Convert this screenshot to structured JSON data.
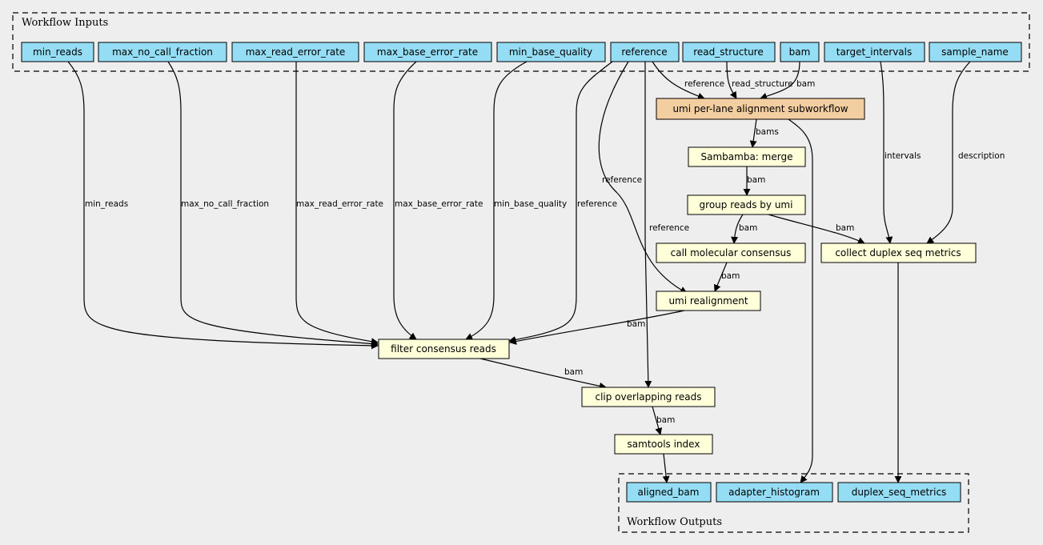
{
  "clusters": {
    "inputs_title": "Workflow Inputs",
    "outputs_title": "Workflow Outputs"
  },
  "inputs": {
    "min_reads": "min_reads",
    "max_no_call_fraction": "max_no_call_fraction",
    "max_read_error_rate": "max_read_error_rate",
    "max_base_error_rate": "max_base_error_rate",
    "min_base_quality": "min_base_quality",
    "reference": "reference",
    "read_structure": "read_structure",
    "bam": "bam",
    "target_intervals": "target_intervals",
    "sample_name": "sample_name"
  },
  "steps": {
    "umi_subworkflow": "umi per-lane alignment subworkflow",
    "sambamba_merge": "Sambamba: merge",
    "group_reads": "group reads by umi",
    "call_consensus": "call molecular consensus",
    "collect_metrics": "collect duplex seq metrics",
    "umi_realignment": "umi realignment",
    "filter_consensus": "filter consensus reads",
    "clip_overlapping": "clip overlapping reads",
    "samtools_index": "samtools index"
  },
  "outputs": {
    "aligned_bam": "aligned_bam",
    "adapter_histogram": "adapter_histogram",
    "duplex_seq_metrics": "duplex_seq_metrics"
  },
  "edge_labels": {
    "e_min_reads": "min_reads",
    "e_max_no_call_fraction": "max_no_call_fraction",
    "e_max_read_error_rate": "max_read_error_rate",
    "e_max_base_error_rate": "max_base_error_rate",
    "e_min_base_quality": "min_base_quality",
    "e_reference_filter": "reference",
    "e_reference_realign": "reference",
    "e_reference_clip": "reference",
    "e_reference_sub": "reference",
    "e_read_structure": "read_structure",
    "e_bam_sub": "bam",
    "e_bams": "bams",
    "e_merge_bam": "bam",
    "e_group_consensus": "bam",
    "e_group_metrics": "bam",
    "e_intervals": "intervals",
    "e_description": "description",
    "e_consensus_realign": "bam",
    "e_realign_filter": "bam",
    "e_filter_clip": "bam",
    "e_clip_index": "bam"
  }
}
